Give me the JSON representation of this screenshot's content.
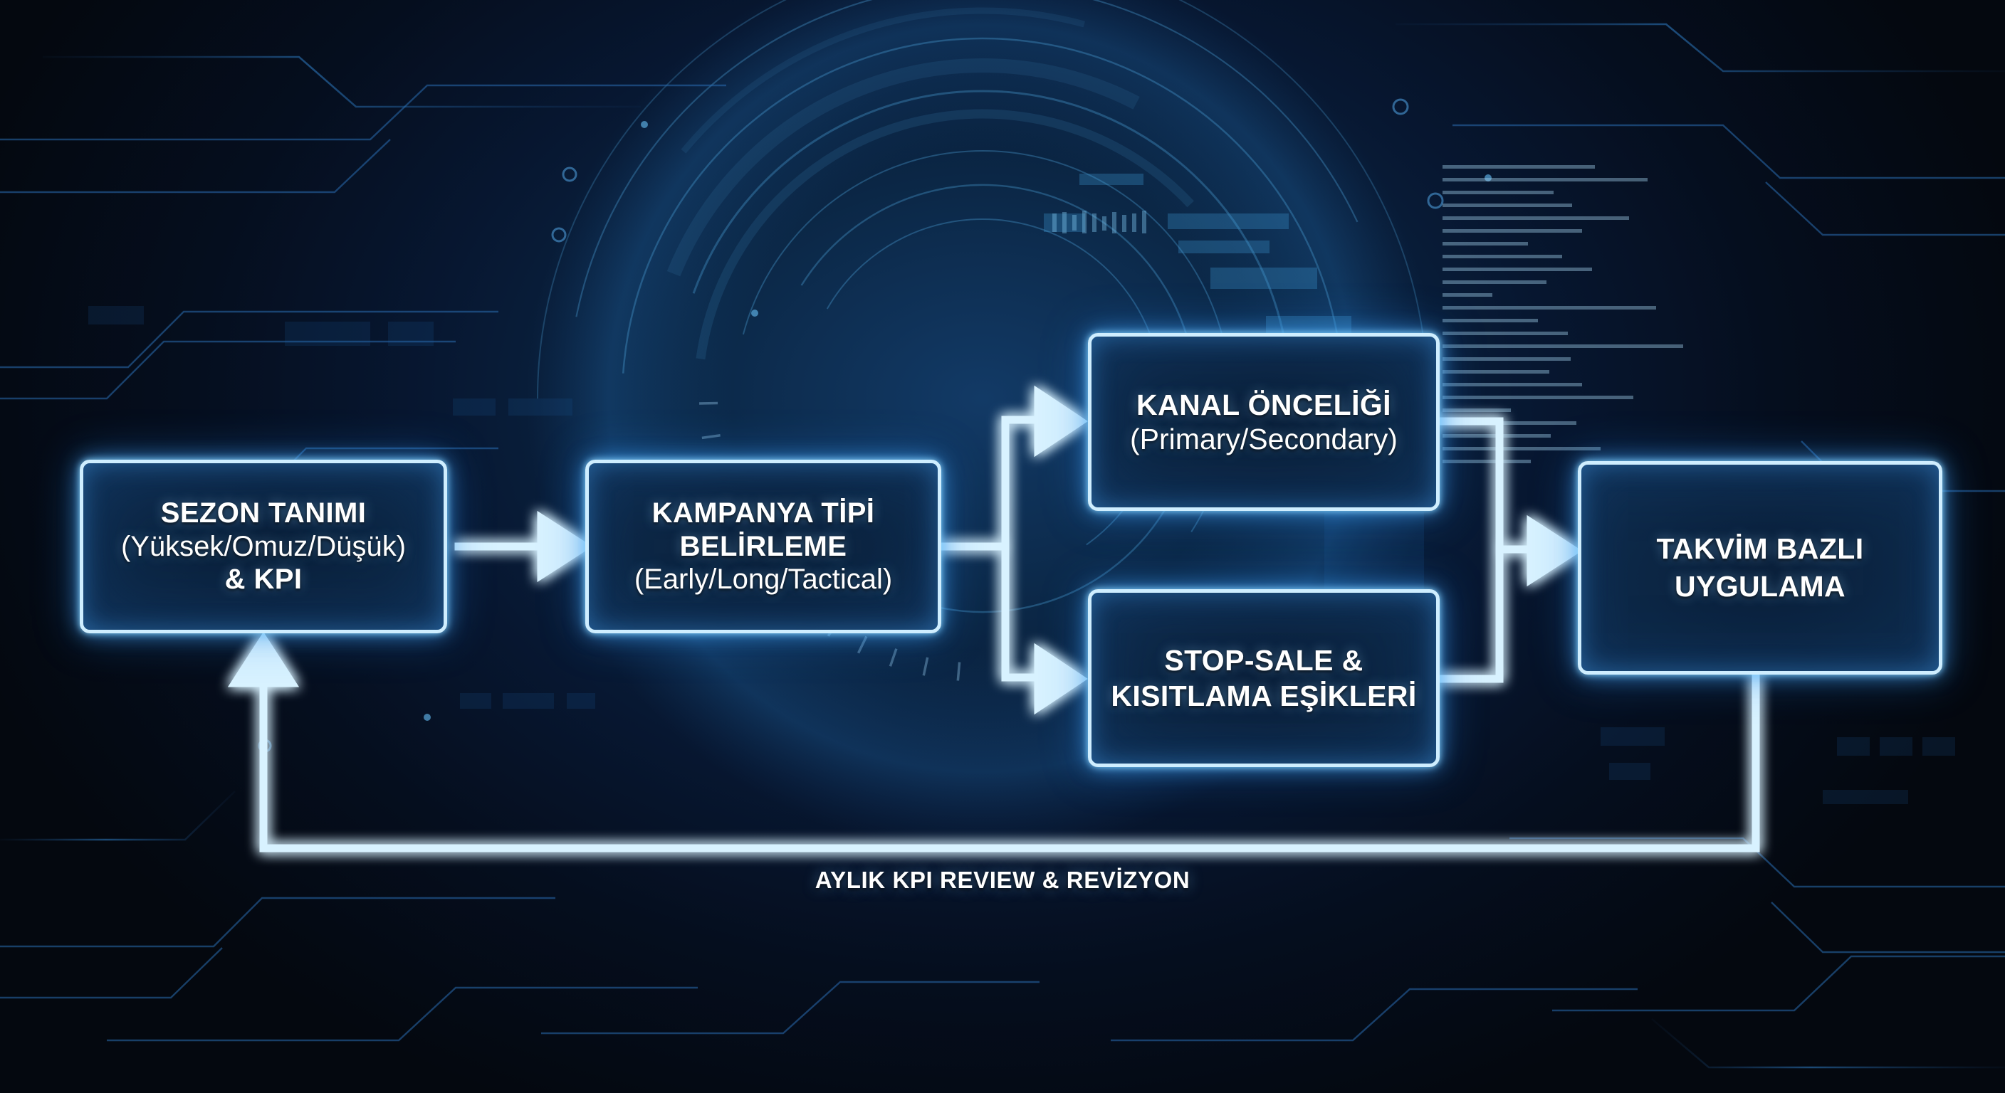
{
  "nodes": [
    {
      "id": "sezon-tanimi",
      "lines": [
        {
          "text": "SEZON TANIMI",
          "weight": "bold"
        },
        {
          "text": "(Yüksek/Omuz/Düşük)",
          "weight": "regular"
        },
        {
          "text": "& KPI",
          "weight": "bold"
        }
      ]
    },
    {
      "id": "kampanya-tipi-belirleme",
      "lines": [
        {
          "text": "KAMPANYA TİPİ",
          "weight": "bold"
        },
        {
          "text": "BELİRLEME",
          "weight": "bold"
        },
        {
          "text": "(Early/Long/Tactical)",
          "weight": "regular"
        }
      ]
    },
    {
      "id": "kanal-onceligi",
      "lines": [
        {
          "text": "KANAL ÖNCELİĞİ",
          "weight": "bold"
        },
        {
          "text": "(Primary/Secondary)",
          "weight": "regular"
        }
      ]
    },
    {
      "id": "stop-sale-kisitlama-esikleri",
      "lines": [
        {
          "text": "STOP-SALE &",
          "weight": "bold"
        },
        {
          "text": "KISITLAMA EŞİKLERİ",
          "weight": "bold"
        }
      ]
    },
    {
      "id": "takvim-bazli-uygulama",
      "lines": [
        {
          "text": "TAKVİM BAZLI",
          "weight": "bold"
        },
        {
          "text": "UYGULAMA",
          "weight": "bold"
        }
      ]
    }
  ],
  "loop_label": "AYLIK KPI REVIEW & REVİZYON",
  "connectors": [
    {
      "from": "sezon-tanimi",
      "to": "kampanya-tipi-belirleme",
      "style": "arrow"
    },
    {
      "from": "kampanya-tipi-belirleme",
      "to": "kanal-onceligi",
      "style": "arrow"
    },
    {
      "from": "kampanya-tipi-belirleme",
      "to": "stop-sale-kisitlama-esikleri",
      "style": "arrow"
    },
    {
      "from": "kanal-onceligi",
      "to": "takvim-bazli-uygulama",
      "style": "arrow"
    },
    {
      "from": "stop-sale-kisitlama-esikleri",
      "to": "takvim-bazli-uygulama",
      "style": "arrow"
    },
    {
      "from": "takvim-bazli-uygulama",
      "to": "sezon-tanimi",
      "style": "feedback-arrow",
      "label": "AYLIK KPI REVIEW & REVİZYON"
    }
  ],
  "colors": {
    "background_deep": "#04080f",
    "background_mid": "#0b2746",
    "node_border": "#cfeeff",
    "node_fill": "#0e2d50",
    "connector": "#d8f2ff",
    "text": "#ffffff",
    "circuit_trace": "#2a6cb0"
  }
}
